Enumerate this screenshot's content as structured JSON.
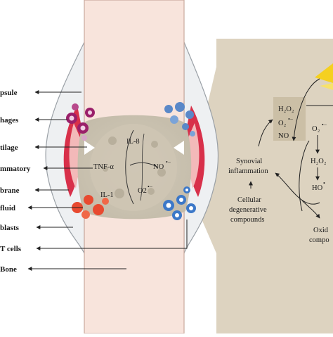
{
  "labels_left": [
    {
      "id": "capsule",
      "text": "psule"
    },
    {
      "id": "macrophages",
      "text": "hages"
    },
    {
      "id": "cartilage",
      "text": "tilage"
    },
    {
      "id": "inflammatory",
      "text": "mmatory"
    },
    {
      "id": "membrane",
      "text": "brane"
    },
    {
      "id": "fluid",
      "text": "fluid"
    },
    {
      "id": "osteoclasts",
      "text": "blasts"
    },
    {
      "id": "tcells",
      "text": "T cells"
    },
    {
      "id": "bone",
      "text": "Bone"
    }
  ],
  "cytokines": {
    "il8": "IL-8",
    "tnf": "TNF-α",
    "il1": "IL-1",
    "no": "NO",
    "o2": "O2"
  },
  "inset": {
    "ros_box": {
      "h2o2": "H₂O₂",
      "o2": "O₂",
      "no": "NO"
    },
    "right_col": {
      "o2": "O₂",
      "h2o2": "H₂O₂",
      "ho": "HO"
    },
    "synovial": [
      "Synovial",
      "inflammation"
    ],
    "cellular": [
      "Cellular",
      "degenerative",
      "compounds"
    ],
    "oxid": [
      "Oxid",
      "compo"
    ]
  },
  "colors": {
    "bone": "#f8e4dc",
    "synovial_fluid": "#d9d2c4",
    "inflammation": "#d8304a",
    "macrophage": "#9a1f6a",
    "tcell": "#3c78c8",
    "osteoclast": "#e84a30",
    "inset_bg": "#ddd3c0",
    "sun": "#f5d020"
  }
}
